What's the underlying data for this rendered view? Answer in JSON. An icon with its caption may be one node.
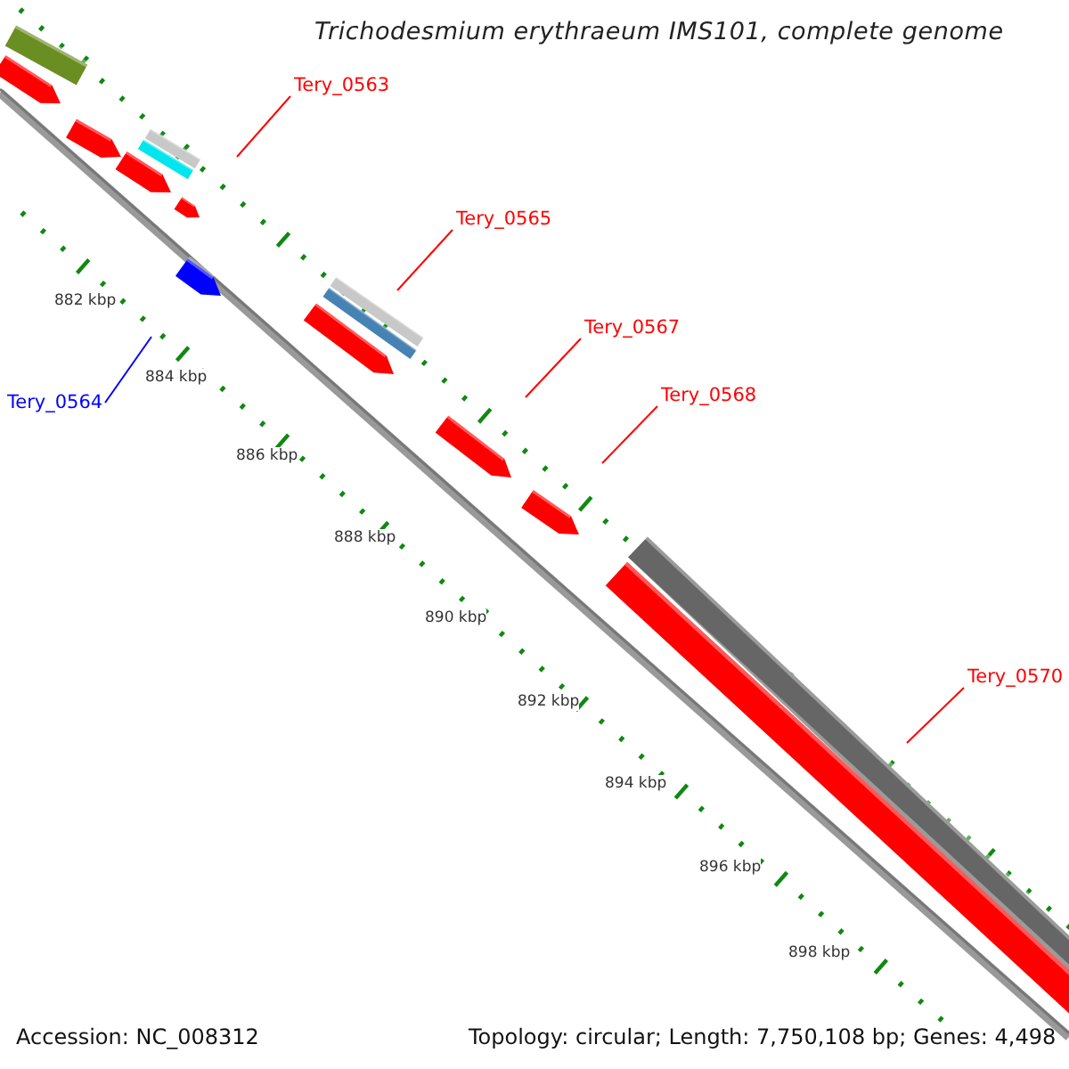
{
  "diagram": {
    "title": "Trichodesmium erythraeum IMS101, complete genome",
    "nodes": [
      {
        "text": [
          "Tery_0563"
        ]
      },
      {
        "text": [
          "Tery_0565"
        ]
      },
      {
        "text": [
          "Tery_0567"
        ]
      },
      {
        "text": [
          "Tery_0568"
        ]
      },
      {
        "text": [
          "Tery_0570"
        ]
      },
      {
        "text": [
          "Tery_0564"
        ]
      }
    ],
    "edges": [
      {
        "from": 0,
        "to": null,
        "arrow": "none"
      },
      {
        "from": 1,
        "to": null,
        "arrow": "none"
      },
      {
        "from": 2,
        "to": null,
        "arrow": "none"
      },
      {
        "from": 3,
        "to": null,
        "arrow": "none"
      },
      {
        "from": 4,
        "to": null,
        "arrow": "none"
      },
      {
        "from": 5,
        "to": null,
        "arrow": "none",
        "color": "#0000ff"
      }
    ],
    "labels": [
      "882 kbp",
      "884 kbp",
      "886 kbp",
      "888 kbp",
      "890 kbp",
      "892 kbp",
      "894 kbp",
      "896 kbp",
      "898 kbp",
      "Accession: NC_008312",
      "Topology: circular; Length: 7,750,108 bp; Genes: 4,498"
    ]
  }
}
